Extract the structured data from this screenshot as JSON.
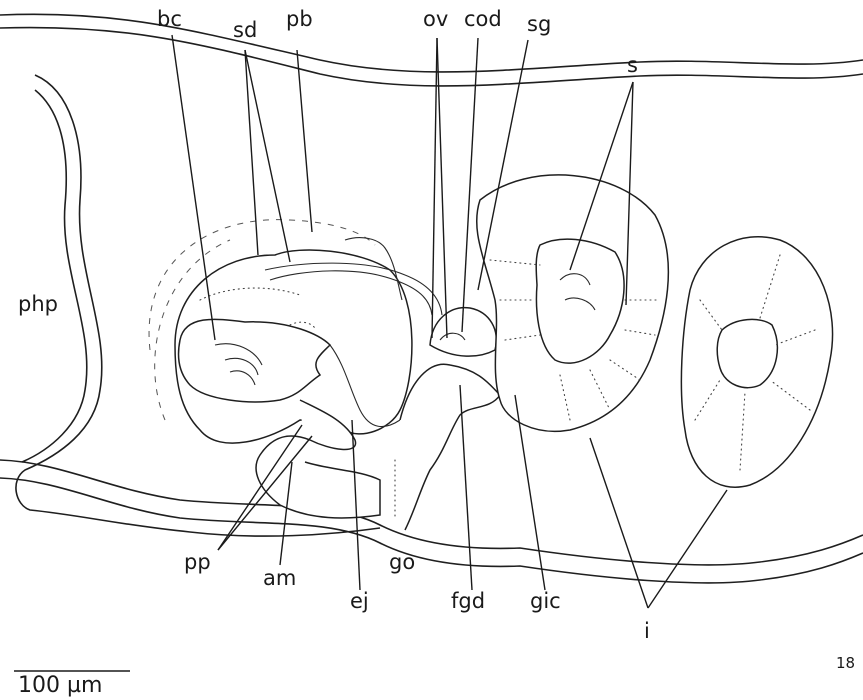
{
  "labels": {
    "bc": "bc",
    "sd": "sd",
    "pb": "pb",
    "ov": "ov",
    "cod": "cod",
    "sg": "sg",
    "s": "s",
    "php": "php",
    "pp": "pp",
    "am": "am",
    "ej": "ej",
    "go": "go",
    "fgd": "fgd",
    "gic": "gic",
    "i": "i"
  },
  "figure_number": "18",
  "scale_bar": {
    "text": "100 µm"
  }
}
